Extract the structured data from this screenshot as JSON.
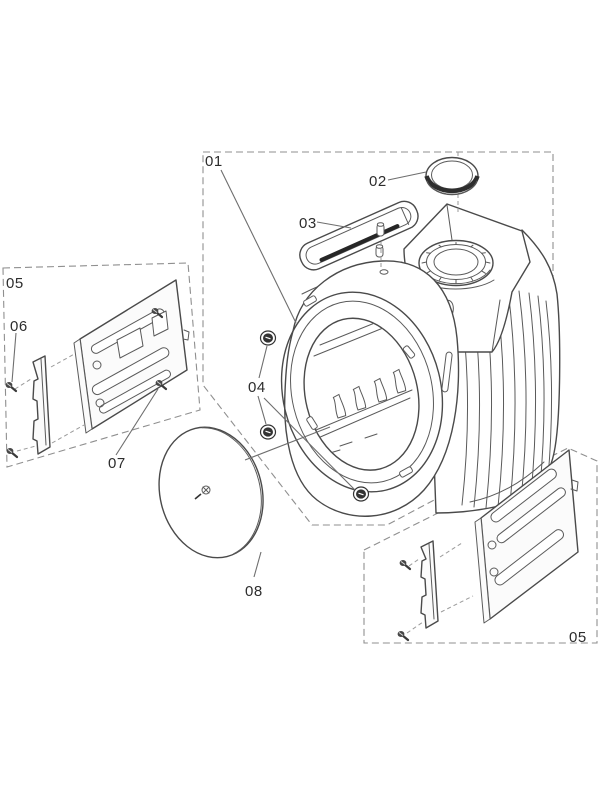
{
  "figure": {
    "type": "exploded-parts-diagram",
    "subject": "washing-machine tub assembly exploded view",
    "background": "#ffffff",
    "colors": {
      "line": "#4a4a4a",
      "dash": "#8f8f8f",
      "label": "#2d2d2d",
      "dark_accent": "#262626"
    },
    "labels": [
      {
        "id": "01",
        "text": "01"
      },
      {
        "id": "02",
        "text": "02"
      },
      {
        "id": "03",
        "text": "03"
      },
      {
        "id": "04",
        "text": "04"
      },
      {
        "id": "05-left",
        "text": "05"
      },
      {
        "id": "05-right",
        "text": "05"
      },
      {
        "id": "06",
        "text": "06"
      },
      {
        "id": "07",
        "text": "07"
      },
      {
        "id": "08",
        "text": "08"
      }
    ]
  }
}
